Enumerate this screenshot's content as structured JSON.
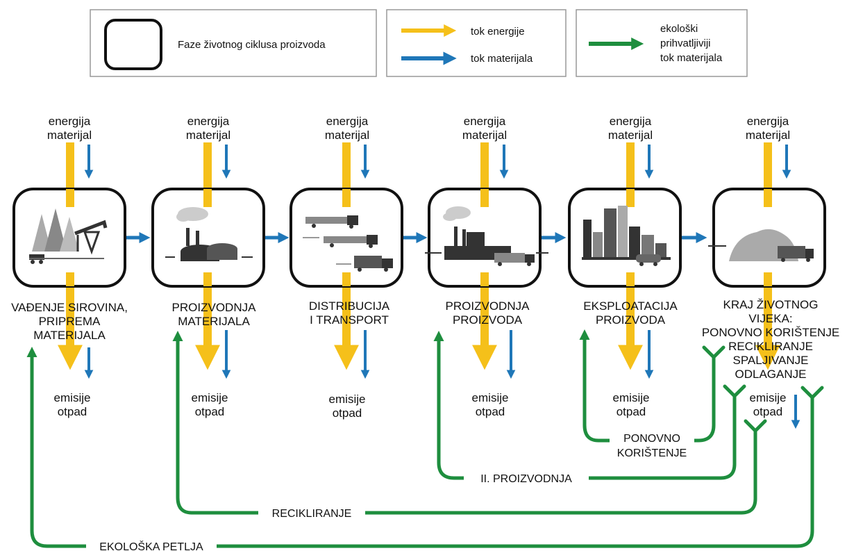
{
  "legend": {
    "phase_label": "Faze životnog ciklusa proizvoda",
    "energy_label": "tok energije",
    "material_label": "tok materijala",
    "eco_label_lines": [
      "ekološki",
      "prihvatljiviji",
      "tok materijala"
    ]
  },
  "inputs": {
    "energy": "energija",
    "material": "materijal"
  },
  "outputs": {
    "emissions": "emisije",
    "waste": "otpad"
  },
  "phases": [
    {
      "lines": [
        "VAĐENJE SIROVINA,",
        "PRIPREMA",
        "MATERIJALA"
      ]
    },
    {
      "lines": [
        "PROIZVODNJA",
        "MATERIJALA"
      ]
    },
    {
      "lines": [
        "DISTRIBUCIJA",
        "I TRANSPORT"
      ]
    },
    {
      "lines": [
        "PROIZVODNJA",
        "PROIZVODA"
      ]
    },
    {
      "lines": [
        "EKSPLOATACIJA",
        "PROIZVODA"
      ]
    },
    {
      "lines": [
        "KRAJ ŽIVOTNOG",
        "VIJEKA:",
        "PONOVNO KORIŠTENJE",
        "RECIKLIRANJE",
        "SPALJIVANJE",
        "ODLAGANJE"
      ]
    }
  ],
  "loops": {
    "reuse_lines": [
      "PONOVNO",
      "KORIŠTENJE"
    ],
    "second_production": "II. PROIZVODNJA",
    "recycling": "RECIKLIRANJE",
    "eco_loop": "EKOLOŠKA PETLJA"
  },
  "colors": {
    "energy": "#f5c01a",
    "material": "#1f77b8",
    "eco": "#1e8e3e",
    "box_border": "#111111",
    "legend_border": "#999999",
    "icon_gray": "#999999",
    "icon_dark": "#333333"
  },
  "icons": [
    "extraction-icon",
    "material-factory-icon",
    "transport-trucks-icon",
    "product-factory-icon",
    "city-usage-icon",
    "waste-pile-icon"
  ]
}
